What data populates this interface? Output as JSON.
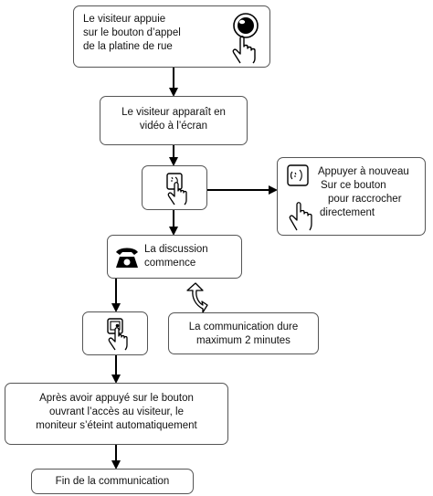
{
  "steps": {
    "visitor_press": "Le visiteur appuie sur le bouton d'appel de la platine de rue",
    "visitor_video": "Le visiteur apparaît en vidéo à l'écran",
    "hangup_note": "Appuyer à nouveau Sur ce bouton pour raccrocher directement",
    "discussion": "La discussion commence",
    "duration": "La communication dure maximum 2 minutes",
    "after_open": "Après avoir appuyé sur le bouton ouvrant l'accès au visiteur, le moniteur s'éteint automatiquement",
    "end": "Fin de la communication"
  },
  "lines": {
    "visitor_press": [
      "Le visiteur appuie",
      "sur le bouton d’appel",
      "de la platine de rue"
    ],
    "visitor_video": [
      "Le visiteur apparaît en",
      "vidéo à l’écran"
    ],
    "hangup_note": [
      "Appuyer à nouveau",
      "Sur ce bouton",
      "pour raccrocher",
      "directement"
    ],
    "discussion": [
      "La discussion",
      "commence"
    ],
    "duration": [
      "La communication dure",
      "maximum 2 minutes"
    ],
    "after_open": [
      "Après avoir appuyé sur le bouton",
      "ouvrant l’accès au visiteur, le",
      "moniteur s’éteint automatiquement"
    ],
    "end": [
      "Fin de la communication"
    ]
  },
  "icons": [
    "doorbell-press-icon",
    "talk-button-icon",
    "hangup-button-icon",
    "telephone-icon",
    "curved-arrow-icon",
    "door-open-button-icon"
  ]
}
